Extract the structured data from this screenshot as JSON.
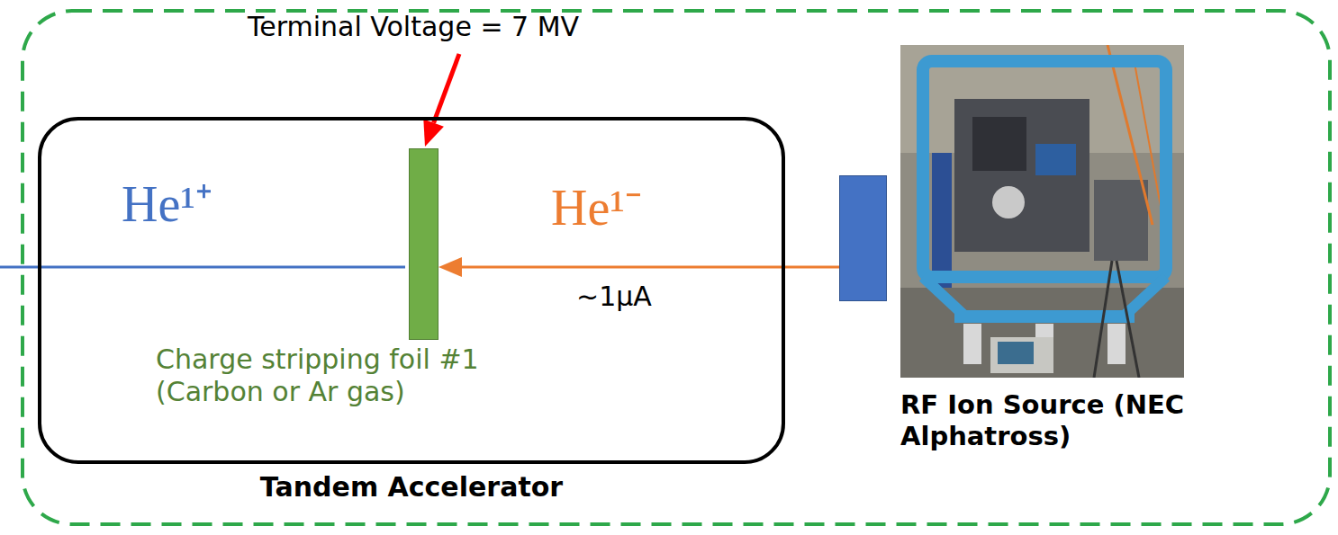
{
  "diagram": {
    "nodes": [
      {
        "text": [
          "Tandem Accelerator"
        ]
      },
      {
        "text": [
          "Charge stripping foil #1 (Carbon or Ar gas)"
        ],
        "in": 0
      },
      {
        "text": [
          "RF Ion Source (NEC Alphatross)"
        ]
      }
    ],
    "edges": [
      {
        "from": 2,
        "to": 1,
        "arrow": "to"
      }
    ],
    "labels": [
      "Terminal Voltage = 7 MV",
      "He¹⁺",
      "He¹⁻",
      "~1μA"
    ]
  }
}
